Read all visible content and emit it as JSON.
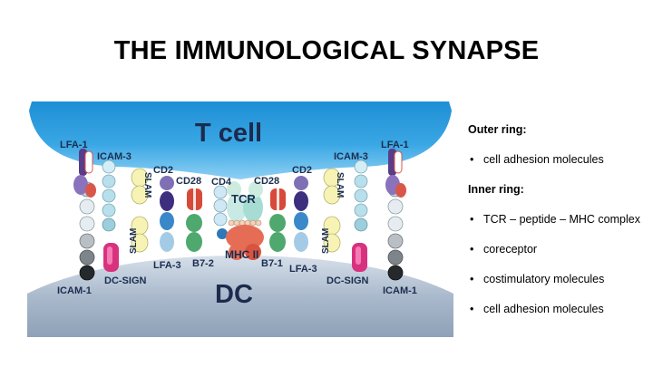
{
  "slide": {
    "title": "THE IMMUNOLOGICAL SYNAPSE"
  },
  "diagram": {
    "t_cell_label": "T cell",
    "dc_label": "DC",
    "molecules": {
      "lfa1_left": "LFA-1",
      "lfa1_right": "LFA-1",
      "icam3_left": "ICAM-3",
      "icam3_right": "ICAM-3",
      "cd2_left": "CD2",
      "cd2_right": "CD2",
      "cd28_left": "CD28",
      "cd28_right": "CD28",
      "cd4": "CD4",
      "tcr": "TCR",
      "slam_top_left": "SLAM",
      "slam_bottom_left": "SLAM",
      "slam_top_right": "SLAM",
      "slam_bottom_right": "SLAM",
      "mhc2": "MHC II",
      "b72": "B7-2",
      "b71": "B7-1",
      "lfa3_left": "LFA-3",
      "lfa3_right": "LFA-3",
      "dcsign_left": "DC-SIGN",
      "dcsign_right": "DC-SIGN",
      "icam1_left": "ICAM-1",
      "icam1_right": "ICAM-1"
    },
    "colors": {
      "t_cell": "#2a9fdf",
      "dc_cell": "#a7b7cb",
      "label": "#1b2d4f"
    }
  },
  "legend": {
    "outer_heading": "Outer ring:",
    "outer_items": [
      "cell adhesion molecules"
    ],
    "inner_heading": "Inner ring:",
    "inner_items": [
      "TCR – peptide – MHC complex",
      "coreceptor",
      "costimulatory molecules",
      "cell adhesion molecules"
    ]
  }
}
